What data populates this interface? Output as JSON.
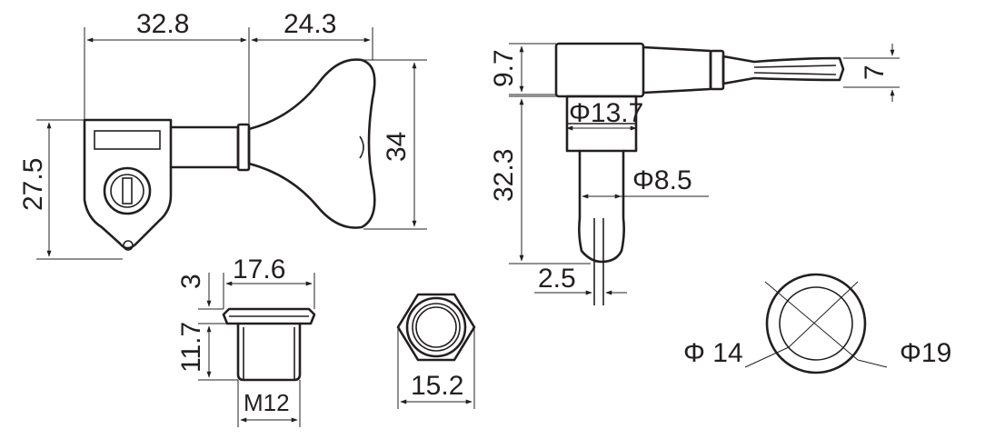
{
  "dimensions": {
    "side_view": {
      "width_body": "32.8",
      "width_key": "24.3",
      "height_key": "34",
      "height_body": "27.5"
    },
    "end_view": {
      "head_height": "9.7",
      "post_tip": "7",
      "head_diameter": "Φ13.7",
      "post_length": "32.3",
      "post_diameter": "Φ8.5",
      "slot_width": "2.5"
    },
    "bushing": {
      "flange_thickness": "3",
      "flange_width": "17.6",
      "body_height": "11.7",
      "thread": "M12"
    },
    "nut": {
      "across_flats": "15.2"
    },
    "washer": {
      "inner_diameter": "Φ 14",
      "outer_diameter": "Φ19"
    }
  }
}
